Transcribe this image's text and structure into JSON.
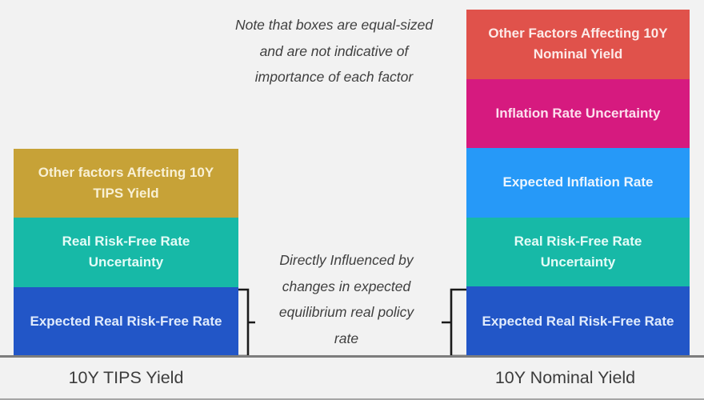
{
  "colors": {
    "background": "#f2f2f2",
    "gold": "#c7a237",
    "teal": "#17b9a7",
    "dark_blue": "#2256c7",
    "red": "#e0524b",
    "magenta": "#d61a7f",
    "light_blue": "#2699f8",
    "baseline": "#7d7d7d",
    "brace": "#1a1a1a",
    "annotation_text": "#3f3f3f",
    "axis_label_text": "#3c3c3c"
  },
  "annotations": {
    "top_note": "Note that boxes are equal-sized\nand are not indicative of\nimportance of each factor",
    "middle_note": "Directly Influenced by\nchanges in expected\nequilibrium real policy\nrate"
  },
  "left_stack": {
    "axis_label": "10Y TIPS Yield",
    "boxes": [
      {
        "label": "Other factors Affecting 10Y\nTIPS Yield",
        "color": "#c7a237",
        "text_color": "#f8f0d4"
      },
      {
        "label": "Real Risk-Free Rate\nUncertainty",
        "color": "#17b9a7",
        "text_color": "#e4fcf7"
      },
      {
        "label": "Expected Real Risk-Free Rate",
        "color": "#2256c7",
        "text_color": "#e0ebfc"
      }
    ]
  },
  "right_stack": {
    "axis_label": "10Y Nominal Yield",
    "boxes": [
      {
        "label": "Other Factors Affecting 10Y\nNominal Yield",
        "color": "#e0524b",
        "text_color": "#fceae8"
      },
      {
        "label": "Inflation Rate Uncertainty",
        "color": "#d61a7f",
        "text_color": "#fce0ee"
      },
      {
        "label": "Expected Inflation Rate",
        "color": "#2699f8",
        "text_color": "#ebf5fe"
      },
      {
        "label": "Real Risk-Free Rate\nUncertainty",
        "color": "#17b9a7",
        "text_color": "#e4fcf7"
      },
      {
        "label": "Expected Real Risk-Free Rate",
        "color": "#2256c7",
        "text_color": "#e0ebfc"
      }
    ]
  }
}
